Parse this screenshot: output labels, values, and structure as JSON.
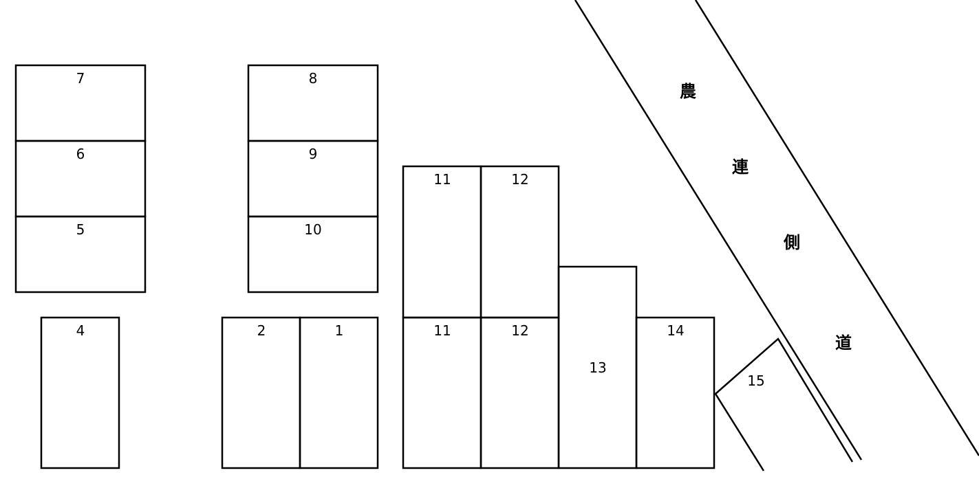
{
  "lots": {
    "l1": "1",
    "l2": "2",
    "l4": "4",
    "l5": "5",
    "l6": "6",
    "l7": "7",
    "l8": "8",
    "l9": "9",
    "l10": "10",
    "l11a": "11",
    "l11b": "11",
    "l12a": "12",
    "l12b": "12",
    "l13": "13",
    "l14": "14",
    "l15": "15"
  },
  "road": {
    "c1": "農",
    "c2": "連",
    "c3": "側",
    "c4": "道"
  }
}
